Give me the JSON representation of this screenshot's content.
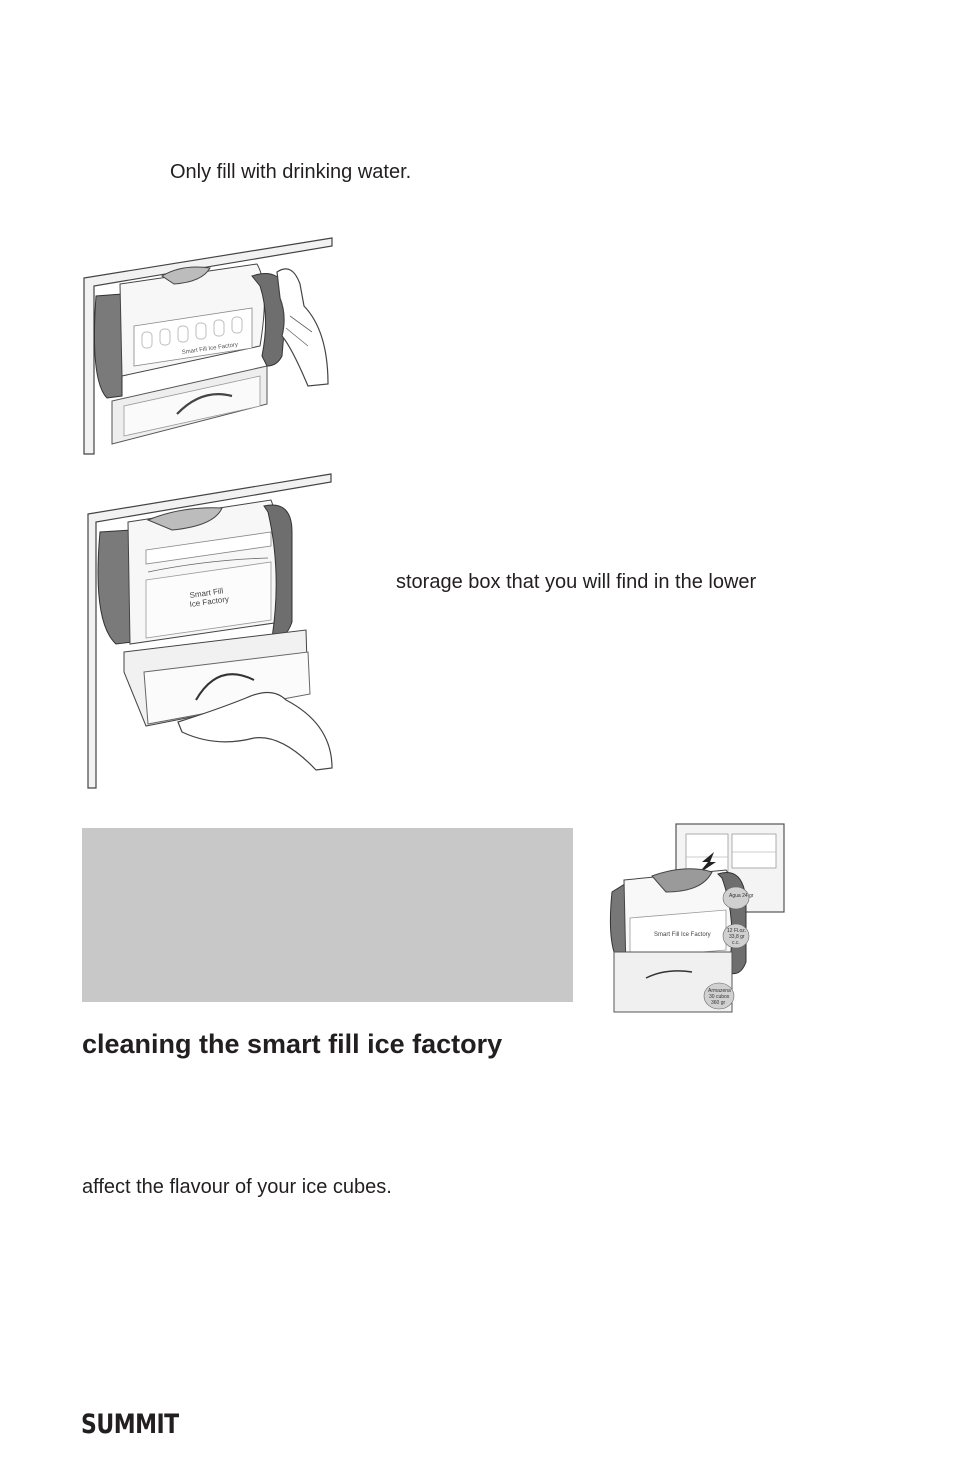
{
  "instructions": {
    "water_note": "Only fill with drinking water.",
    "storage_text": "storage box that you will find in the lower"
  },
  "illustrations": {
    "fig1": {
      "device_label": "Smart Fill Ice Factory"
    },
    "fig2": {
      "device_label_line1": "Smart Fill",
      "device_label_line2": "Ice Factory"
    },
    "fig3": {
      "device_label": "Smart Fill Ice Factory",
      "badge_top": "Agua 24 gr",
      "badge_mid_line1": "12 Fl.oz.",
      "badge_mid_line2": "33,8 gr",
      "badge_mid_line3": "c.c.",
      "badge_bottom_line1": "Armazena",
      "badge_bottom_line2": "30 cubos",
      "badge_bottom_line3": "360 gr"
    }
  },
  "cleaning": {
    "heading": "cleaning the smart fill ice factory",
    "flavour_text": "affect the flavour of your ice cubes."
  },
  "footer": {
    "logo_text": "SUMMIT"
  }
}
